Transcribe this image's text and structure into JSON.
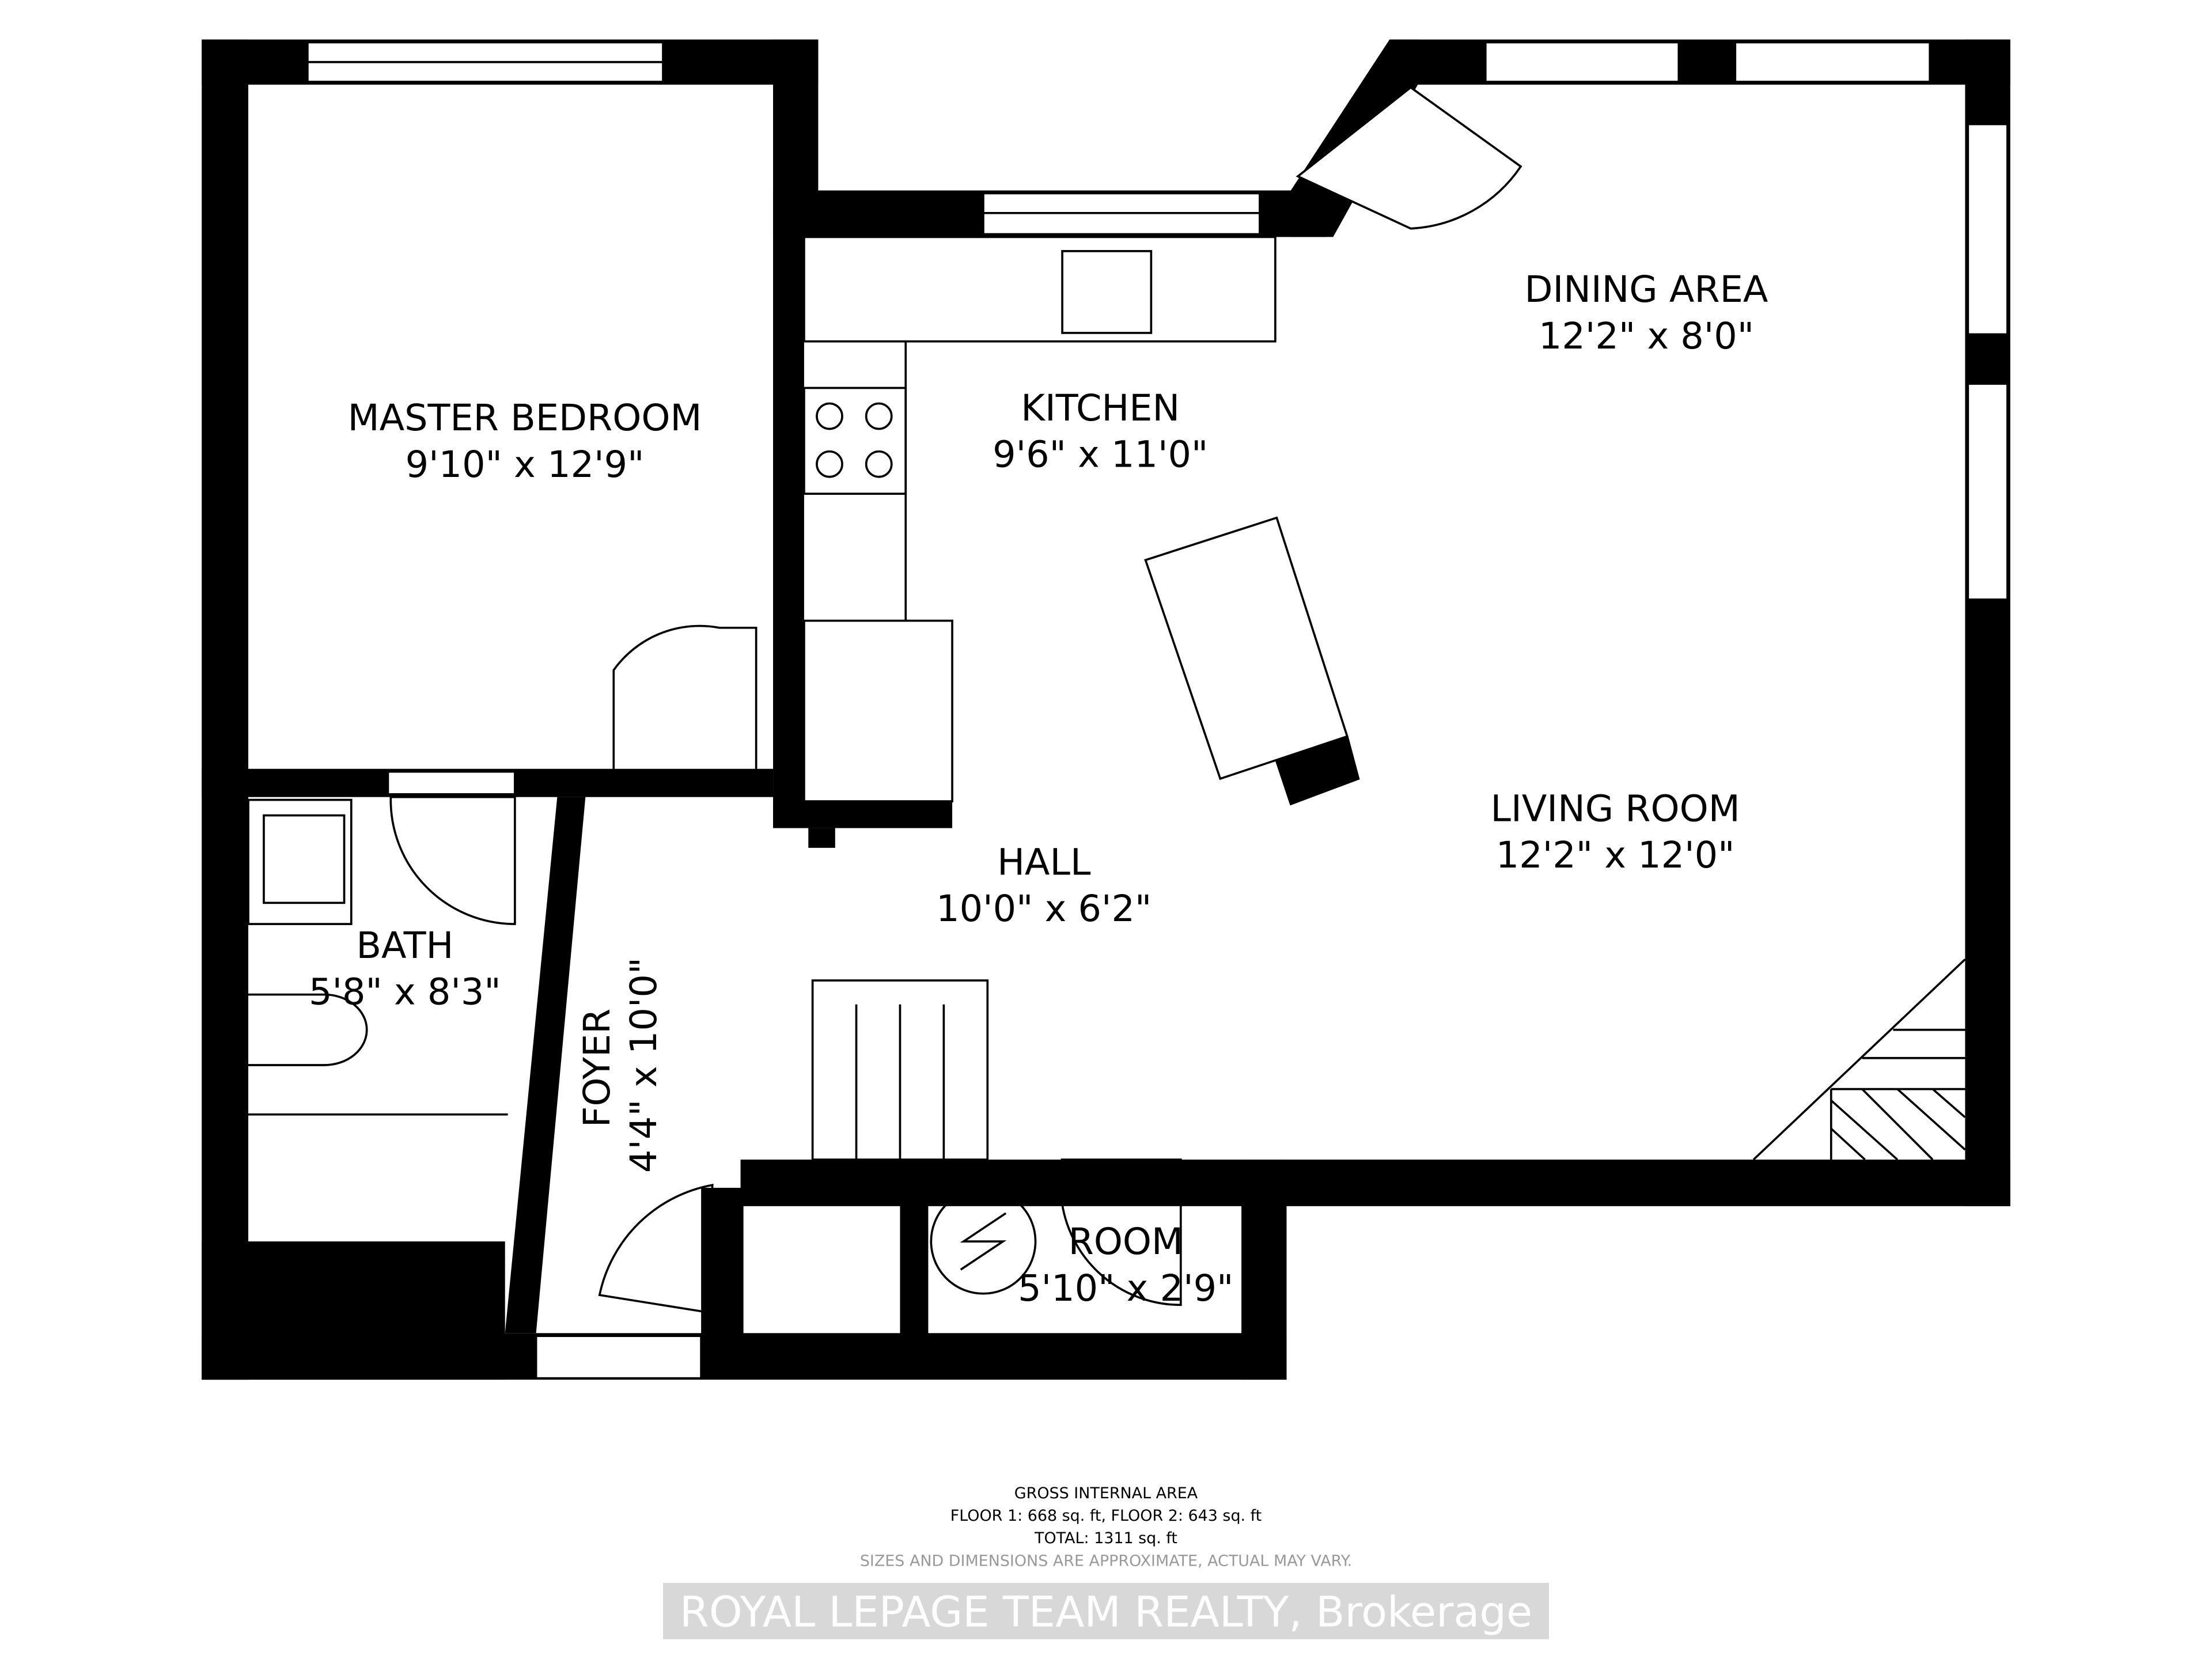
{
  "rooms": {
    "master_bedroom": {
      "name": "MASTER BEDROOM",
      "size": "9'10\" x 12'9\""
    },
    "kitchen": {
      "name": "KITCHEN",
      "size": "9'6\" x 11'0\""
    },
    "dining_area": {
      "name": "DINING AREA",
      "size": "12'2\" x 8'0\""
    },
    "living_room": {
      "name": "LIVING ROOM",
      "size": "12'2\" x 12'0\""
    },
    "hall": {
      "name": "HALL",
      "size": "10'0\" x 6'2\""
    },
    "bath": {
      "name": "BATH",
      "size": "5'8\" x 8'3\""
    },
    "foyer": {
      "name": "FOYER",
      "size": "4'4\" x 10'0\""
    },
    "room": {
      "name": "ROOM",
      "size": "5'10\" x 2'9\""
    }
  },
  "footer": {
    "title": "GROSS INTERNAL AREA",
    "floors": "FLOOR 1: 668 sq. ft, FLOOR 2: 643 sq. ft",
    "total": "TOTAL: 1311 sq. ft",
    "disclaimer": "SIZES AND DIMENSIONS ARE APPROXIMATE, ACTUAL MAY VARY."
  },
  "watermark": "ROYAL LEPAGE TEAM REALTY, Brokerage",
  "colors": {
    "wall": "#000000",
    "background": "#ffffff"
  }
}
